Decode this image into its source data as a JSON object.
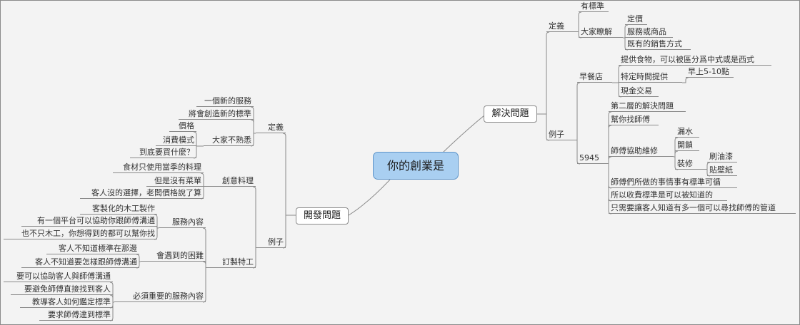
{
  "center": "你的創業是",
  "right": {
    "label": "解決問題",
    "children": [
      {
        "label": "定義",
        "children": [
          {
            "label": "有標準"
          },
          {
            "label": "大家瞭解",
            "children": [
              {
                "label": "定價"
              },
              {
                "label": "服務或商品"
              },
              {
                "label": "既有的銷售方式"
              }
            ]
          }
        ]
      },
      {
        "label": "例子",
        "children": [
          {
            "label": "早餐店",
            "children": [
              {
                "label": "提供食物，可以被區分爲中式或是西式"
              },
              {
                "label": "特定時間提供",
                "children": [
                  {
                    "label": "早上5-10點"
                  }
                ]
              },
              {
                "label": "現金交易"
              }
            ]
          },
          {
            "label": "5945",
            "children": [
              {
                "label": "第二層的解決問題"
              },
              {
                "label": "幫你找師傅"
              },
              {
                "label": "師傅協助維修",
                "children": [
                  {
                    "label": "漏水"
                  },
                  {
                    "label": "開鎖"
                  },
                  {
                    "label": "裝修",
                    "children": [
                      {
                        "label": "刷油漆"
                      },
                      {
                        "label": "貼壁紙"
                      }
                    ]
                  }
                ]
              },
              {
                "label": "師傅們所做的事情事有標準可循"
              },
              {
                "label": "所以收費標準是可以被知道的"
              },
              {
                "label": "只需要讓客人知道有多一個可以尋找師傅的管道"
              }
            ]
          }
        ]
      }
    ]
  },
  "left": {
    "label": "開發問題",
    "children": [
      {
        "label": "定義",
        "children": [
          {
            "label": "一個新的服務"
          },
          {
            "label": "將會創造新的標準"
          },
          {
            "label": "大家不熟悉",
            "children": [
              {
                "label": "價格"
              },
              {
                "label": "消費模式"
              },
              {
                "label": "到底要買什麼？"
              }
            ]
          }
        ]
      },
      {
        "label": "例子",
        "children": [
          {
            "label": "創意料理",
            "children": [
              {
                "label": "食材只使用當季的料理"
              },
              {
                "label": "但是沒有菜單"
              },
              {
                "label": "客人沒的選擇，老闆價格說了算"
              }
            ]
          },
          {
            "label": "訂製特工",
            "children": [
              {
                "label": "服務內容",
                "children": [
                  {
                    "label": "客製化的木工製作"
                  },
                  {
                    "label": "有一個平台可以協助你跟師傅溝通"
                  },
                  {
                    "label": "也不只木工，你想得到的都可以幫你找"
                  }
                ]
              },
              {
                "label": "會遇到的困難",
                "children": [
                  {
                    "label": "客人不知道標準在那邊"
                  },
                  {
                    "label": "客人不知道要怎樣跟師傅溝通"
                  }
                ]
              },
              {
                "label": "必須重要的服務內容",
                "children": [
                  {
                    "label": "要可以協助客人與師傅溝通"
                  },
                  {
                    "label": "要避免師傅直接找到客人"
                  },
                  {
                    "label": "教導客人如何鑑定標準"
                  },
                  {
                    "label": "要求師傅達到標準"
                  }
                ]
              }
            ]
          }
        ]
      }
    ]
  }
}
